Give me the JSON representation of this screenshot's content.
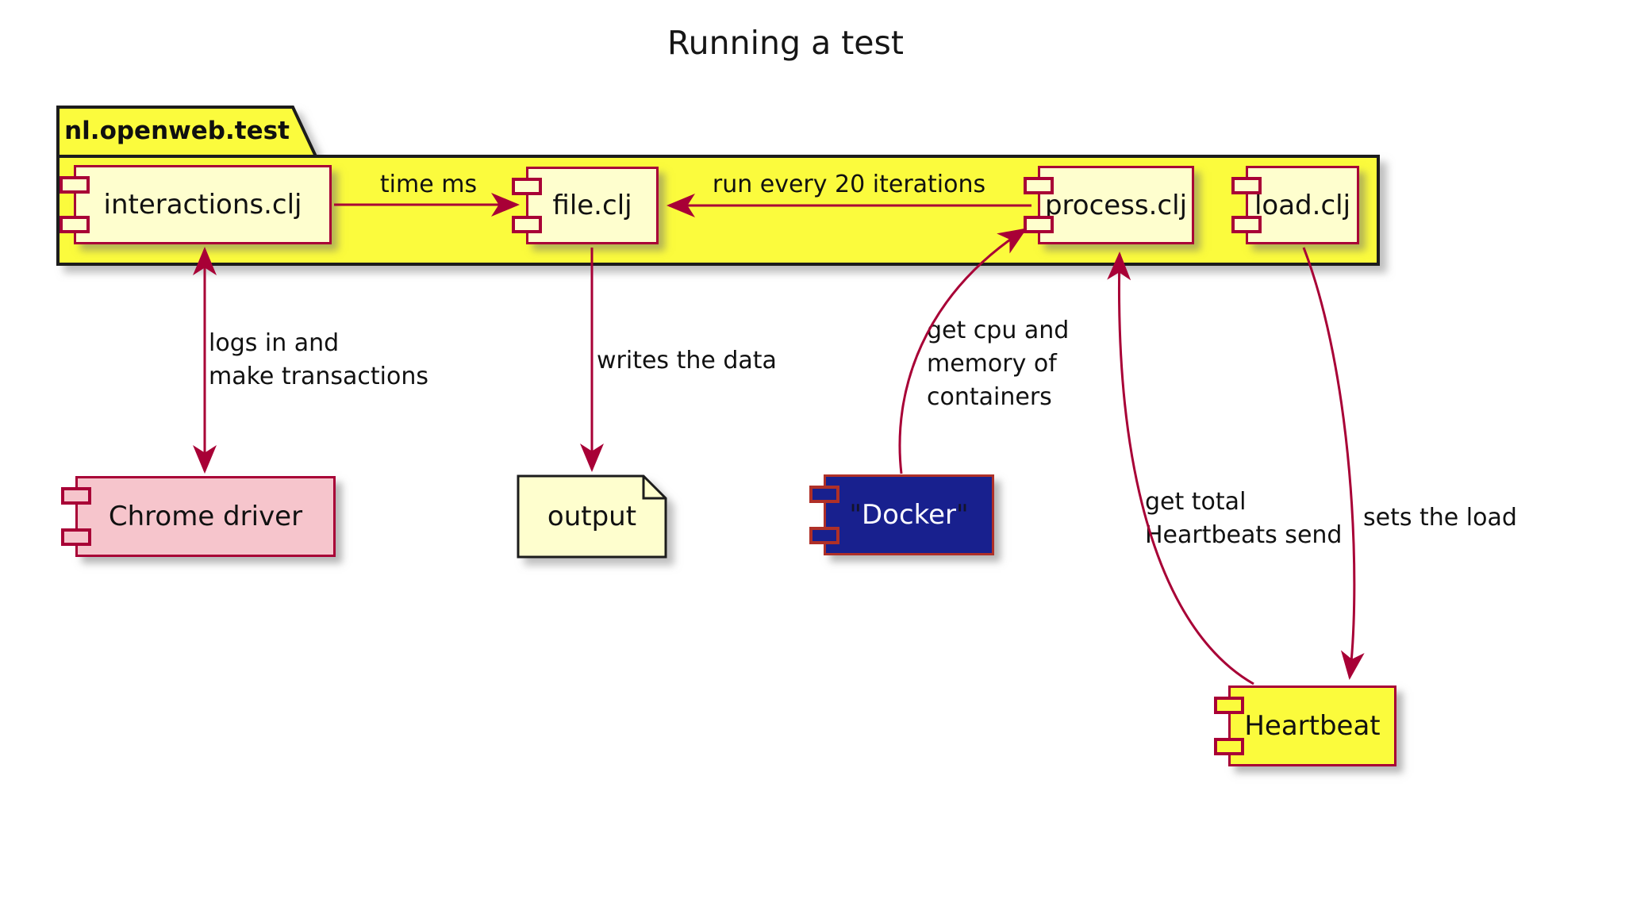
{
  "diagram": {
    "title": "Running a test",
    "package": {
      "label": "nl.openweb.test"
    },
    "nodes": {
      "interactions": {
        "label": "interactions.clj",
        "type": "component"
      },
      "file": {
        "label": "file.clj",
        "type": "component"
      },
      "process": {
        "label": "process.clj",
        "type": "component"
      },
      "load": {
        "label": "load.clj",
        "type": "component"
      },
      "chrome": {
        "label": "Chrome driver",
        "type": "component"
      },
      "output": {
        "label": "output",
        "type": "note"
      },
      "docker": {
        "quote_open": "\"",
        "label": "Docker",
        "quote_close": "\"",
        "type": "component"
      },
      "heartbeat": {
        "label": "Heartbeat",
        "type": "component"
      }
    },
    "edges": {
      "time_ms": {
        "label": "time ms",
        "from": "interactions.clj",
        "to": "file.clj"
      },
      "run_every": {
        "label": "run every 20 iterations",
        "from": "process.clj",
        "to": "file.clj"
      },
      "logs_in": {
        "label": "logs in and\nmake transactions",
        "from": "interactions.clj",
        "to": "Chrome driver",
        "bidirectional": true
      },
      "writes": {
        "label": "writes the data",
        "from": "file.clj",
        "to": "output"
      },
      "get_cpu": {
        "label": "get cpu and\nmemory of\ncontainers",
        "from": "\"Docker\"",
        "to": "process.clj"
      },
      "get_total": {
        "label": "get total\nHeartbeats send",
        "from": "Heartbeat",
        "to": "process.clj"
      },
      "sets_load": {
        "label": "sets the load",
        "from": "load.clj",
        "to": "Heartbeat"
      }
    },
    "colors": {
      "package_fill": "#FBFB3C",
      "package_border": "#1A1A1A",
      "component_fill": "#FEFECE",
      "component_border": "#A80036",
      "chrome_fill": "#F6C5CC",
      "docker_fill": "#18208E",
      "docker_border": "#AF3028",
      "docker_text": "#FAFAFF",
      "heartbeat_fill": "#FBFB3C",
      "note_fill": "#FEFECE",
      "note_border": "#1A1A1A",
      "arrow": "#A80036",
      "text": "#111111"
    }
  }
}
